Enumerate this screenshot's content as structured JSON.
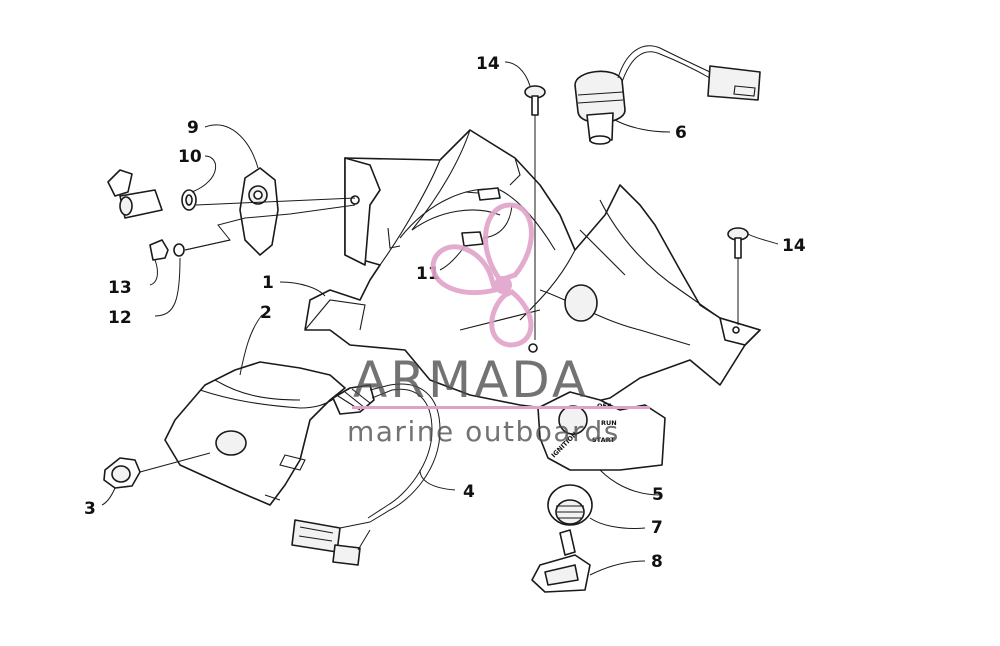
{
  "watermark": {
    "brand": "ARMADA",
    "tagline": "marine outboards",
    "accent_color": "#e0a3c8"
  },
  "switch_plate": {
    "off": "OFF",
    "run": "RUN",
    "start": "START",
    "ignition": "IGNITION"
  },
  "callouts": [
    "1",
    "2",
    "3",
    "4",
    "5",
    "6",
    "7",
    "8",
    "9",
    "10",
    "11",
    "12",
    "13",
    "14",
    "14"
  ]
}
